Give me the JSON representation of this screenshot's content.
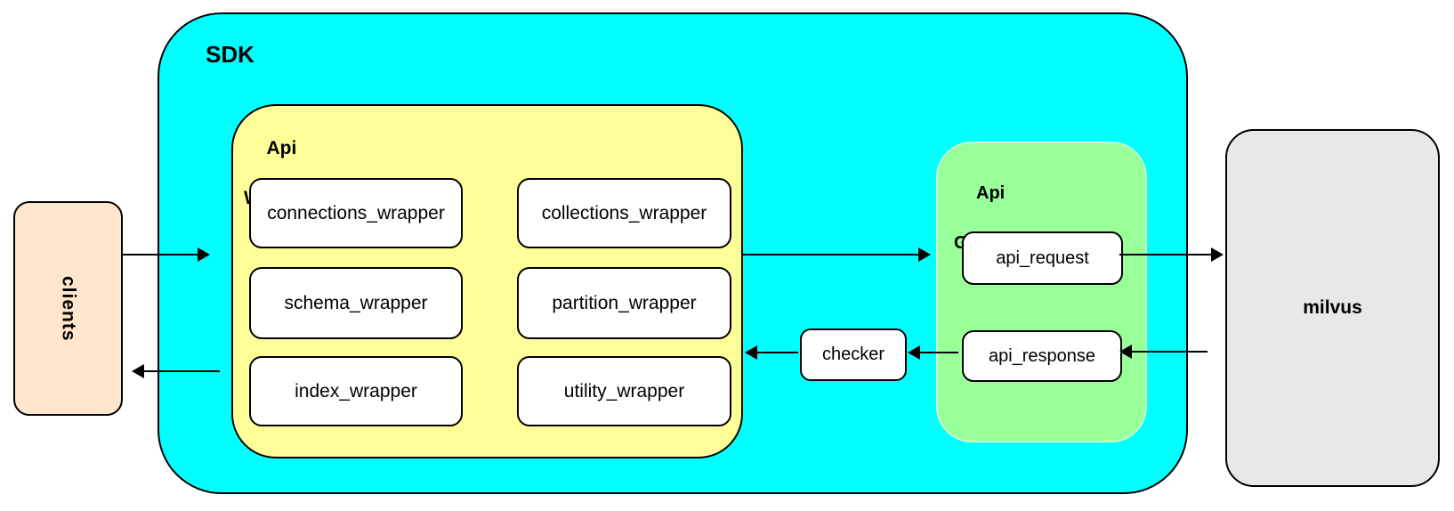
{
  "diagram": {
    "clients_label": "clients",
    "sdk_label": "SDK",
    "api_wrapper": {
      "title_line1": "Api",
      "title_line2": "Wrapper",
      "modules": [
        "connections_wrapper",
        "collections_wrapper",
        "schema_wrapper",
        "partition_wrapper",
        "index_wrapper",
        "utility_wrapper"
      ]
    },
    "checker_label": "checker",
    "api_gateway": {
      "title_line1": "Api",
      "title_line2": "Gateway",
      "request_label": "api_request",
      "response_label": "api_response"
    },
    "milvus_label": "milvus",
    "colors": {
      "sdk_fill": "#00FFFF",
      "api_wrapper_fill": "#FFFF99",
      "api_gateway_fill": "#99FF99",
      "clients_fill": "#FFE6CC",
      "milvus_fill": "#E8E8E8",
      "node_fill": "#FFFFFF",
      "line": "#000000"
    }
  }
}
